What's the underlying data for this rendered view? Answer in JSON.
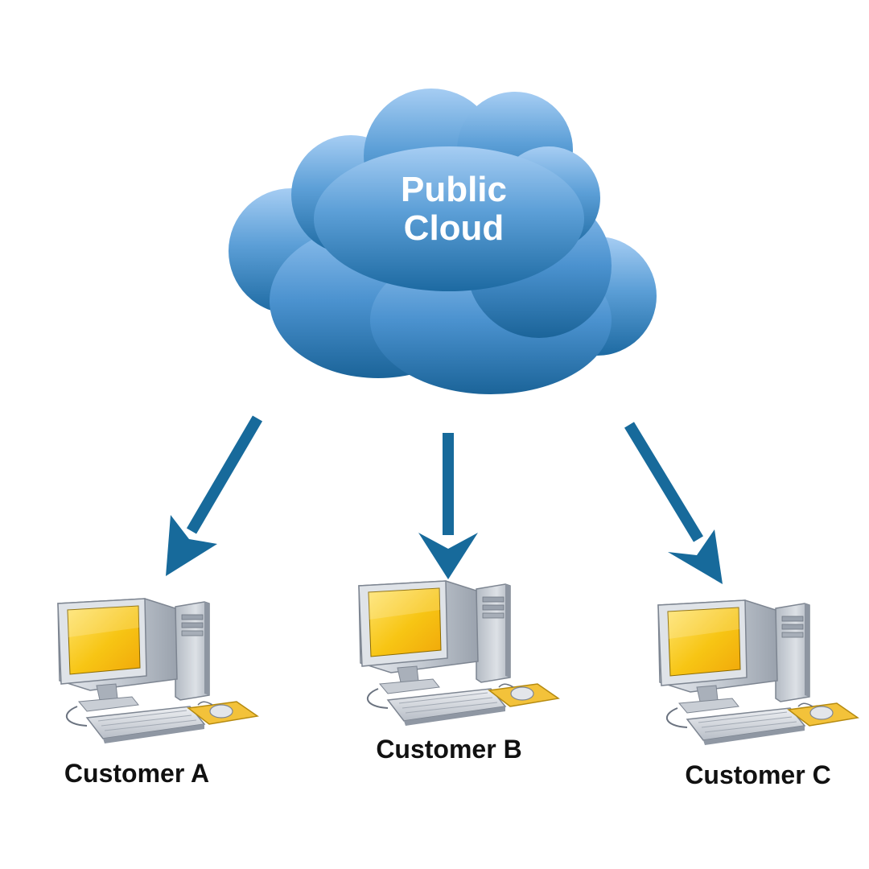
{
  "cloud": {
    "label_line1": "Public",
    "label_line2": "Cloud"
  },
  "customers": [
    {
      "label": "Customer A"
    },
    {
      "label": "Customer B"
    },
    {
      "label": "Customer C"
    }
  ],
  "colors": {
    "cloud_light": "#9ec7ee",
    "cloud_mid": "#5b9fd6",
    "cloud_dark": "#1f6fa8",
    "arrow": "#176a9b",
    "screen": "#f6c512",
    "monitor_body": "#c9ced6",
    "mousepad": "#f2c13a"
  }
}
